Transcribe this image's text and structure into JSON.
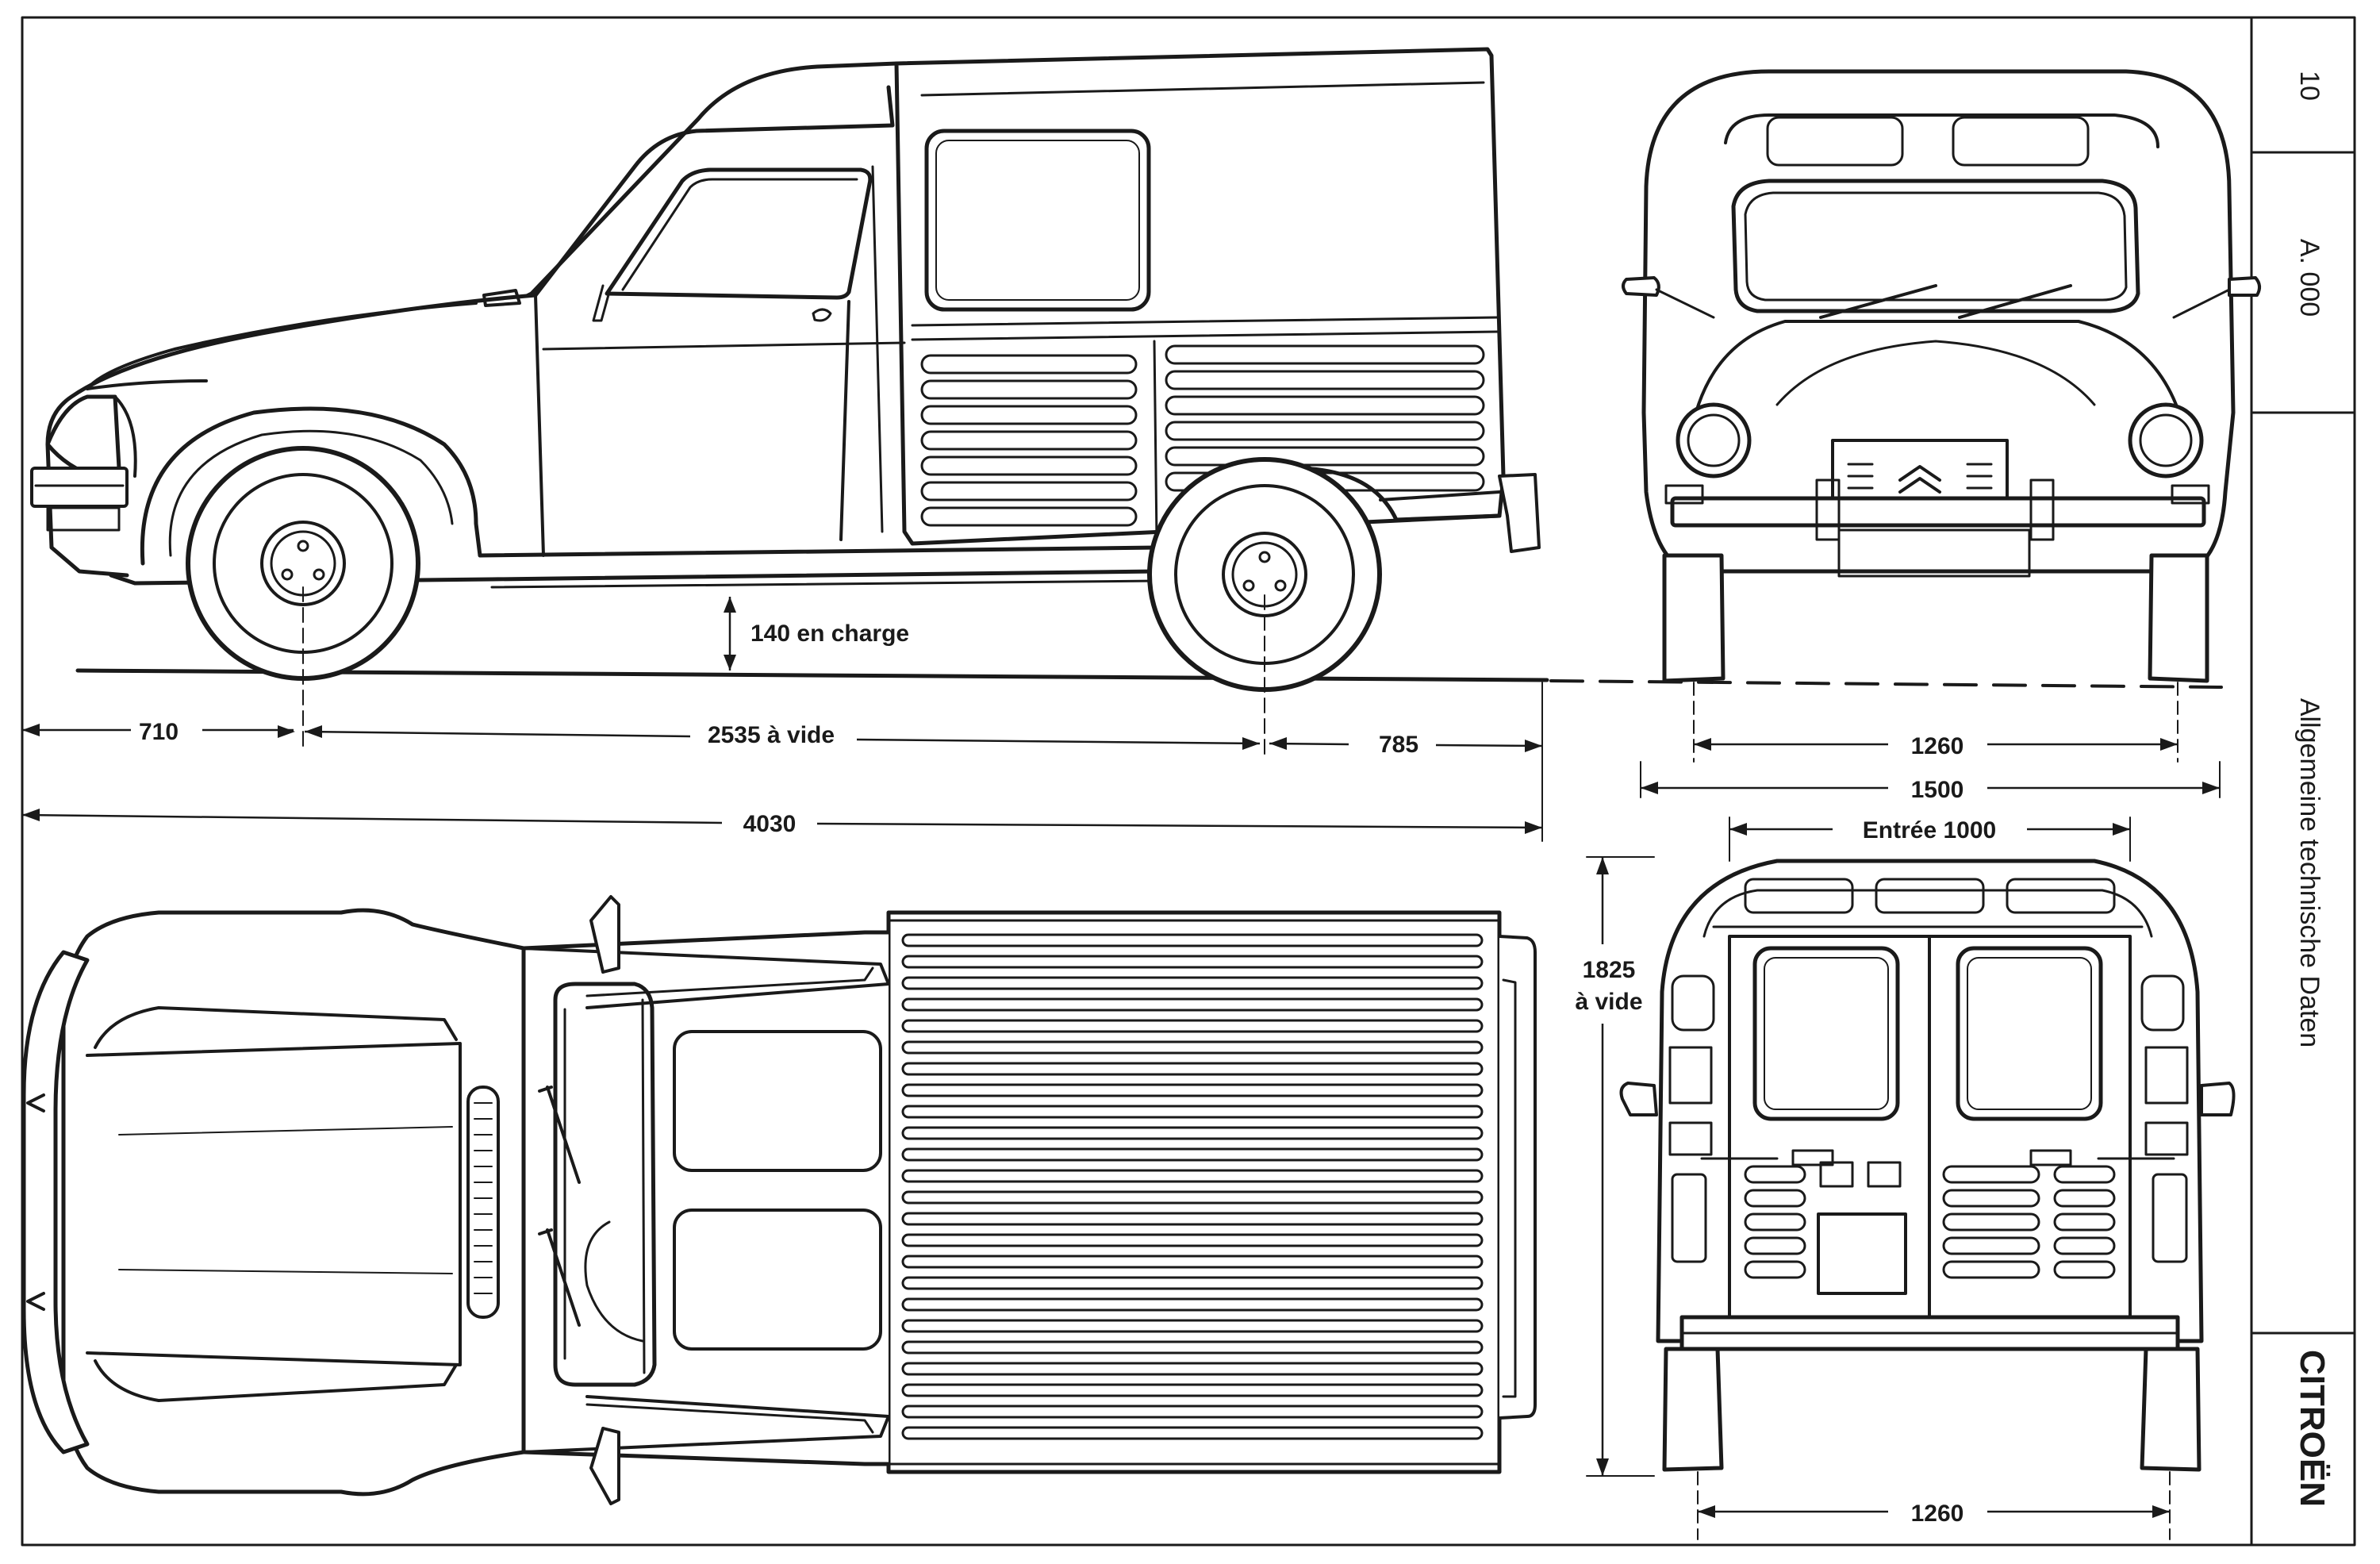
{
  "title_block": {
    "sheet_number": "10",
    "model_code": "A. 000",
    "caption": "Allgemeine technische Daten",
    "brand": "CITROËN"
  },
  "dimensions": {
    "ground_clearance": "140 en charge",
    "front_overhang": "710",
    "wheelbase": "2535 à vide",
    "rear_overhang": "785",
    "overall_length": "4030",
    "front_track": "1260",
    "overall_width": "1500",
    "rear_door_width": "Entrée 1000",
    "height_value": "1825",
    "height_note": "à vide",
    "rear_track": "1260"
  }
}
